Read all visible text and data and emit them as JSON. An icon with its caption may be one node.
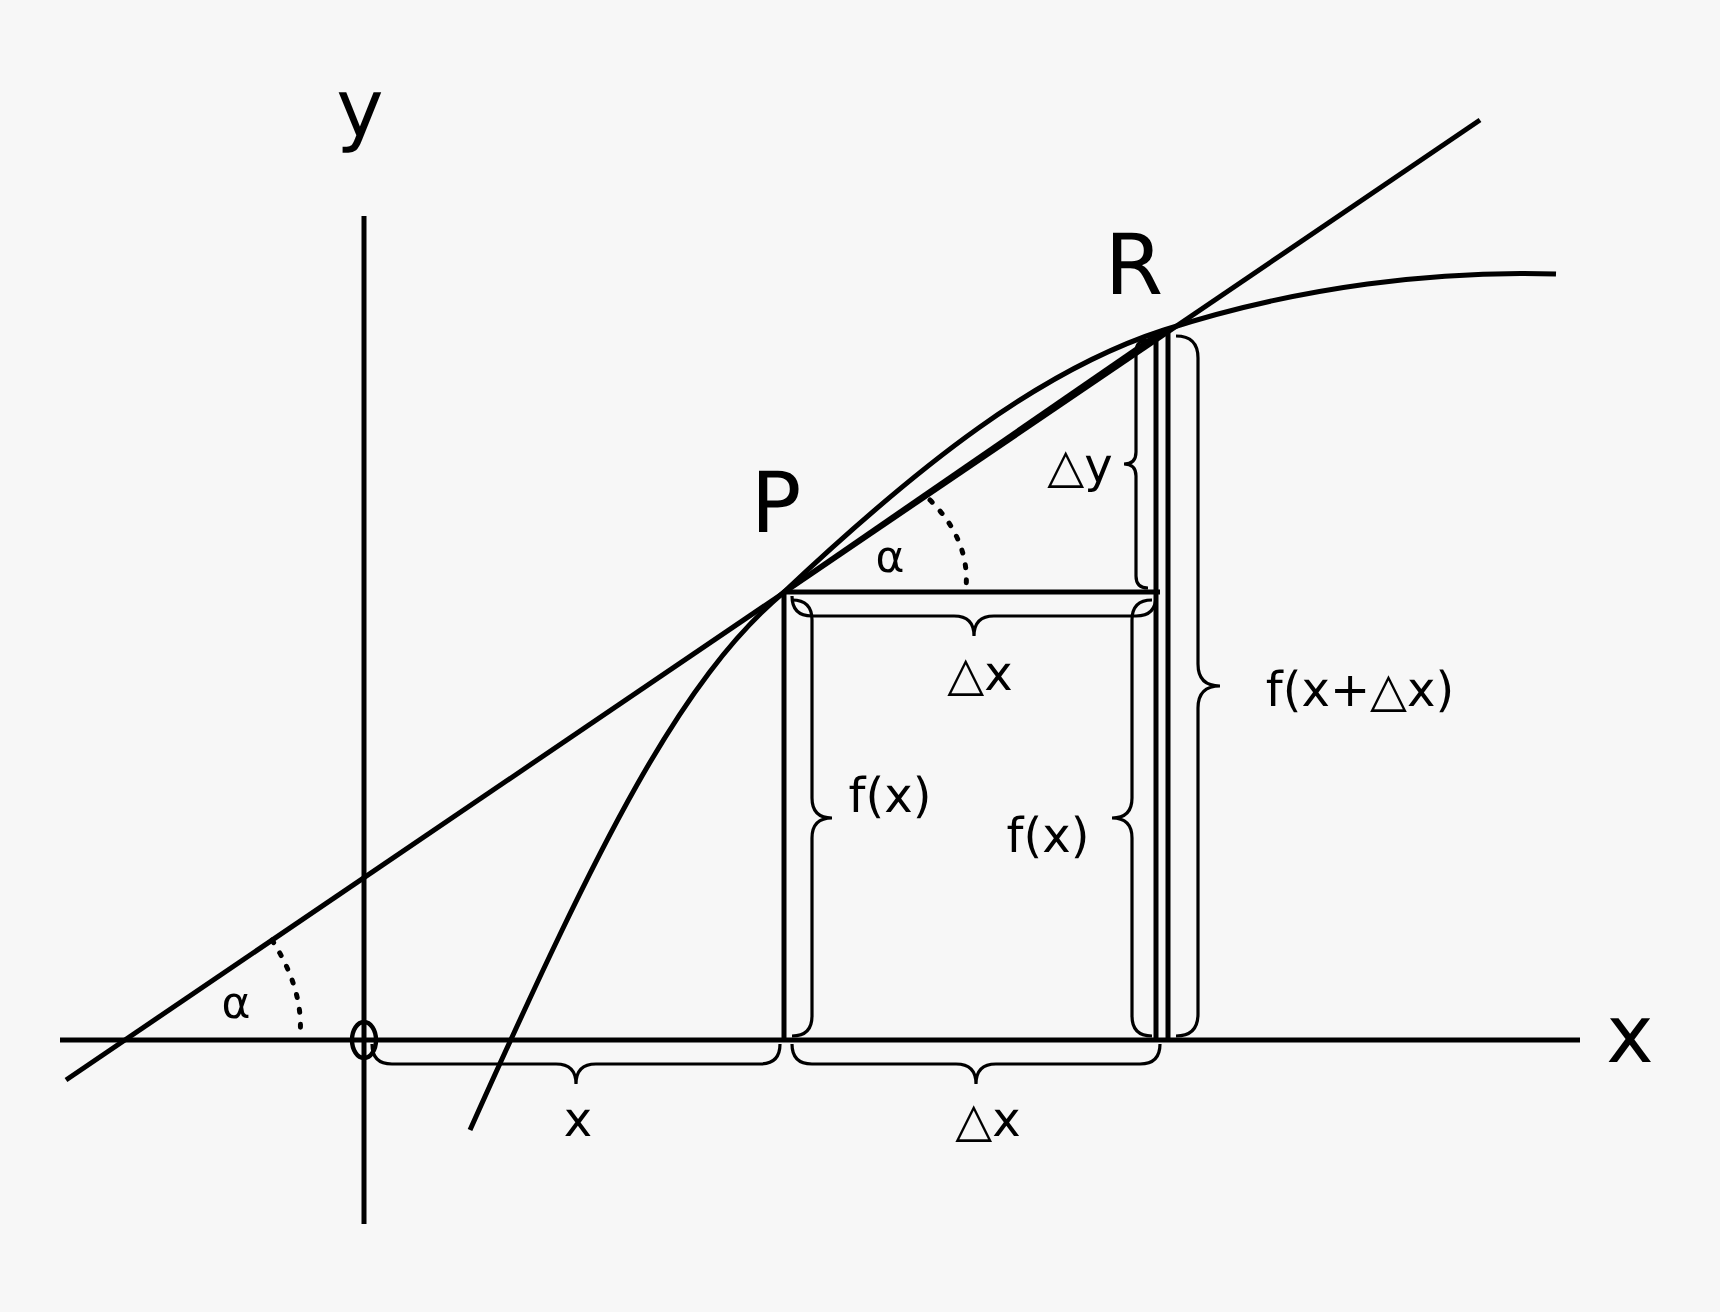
{
  "diagram": {
    "labels": [
      "y",
      "R",
      "P",
      "△y",
      "α",
      "△x",
      "f(x+△x)",
      "f(x)",
      "f(x)",
      "x",
      "α",
      "x",
      "△x"
    ]
  }
}
